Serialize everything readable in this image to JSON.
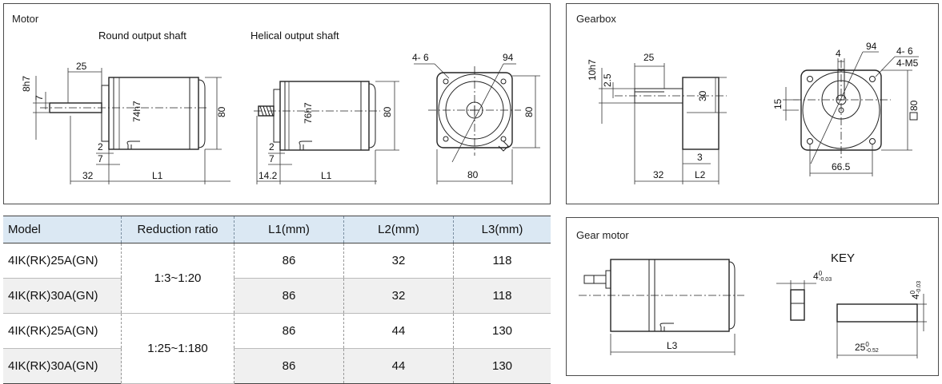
{
  "motor_panel": {
    "title": "Motor",
    "round_shaft_label": "Round output shaft",
    "helical_shaft_label": "Helical output shaft",
    "dims": {
      "shaft_dia": "8h7",
      "shaft_len": "25",
      "key_7": "7",
      "body_dia_round": "74h7",
      "height": "80",
      "gap_2": "2",
      "gap_7": "7",
      "len_32": "32",
      "L1": "L1",
      "body_dia_helical": "76h7",
      "len_14_2": "14.2",
      "holes": "4-  6",
      "side_94": "94",
      "width_80": "80"
    }
  },
  "gearbox_panel": {
    "title": "Gearbox",
    "dims": {
      "shaft_dia": "10h7",
      "shaft_2_5": "2.5",
      "shaft_len": "25",
      "dim_30": "30",
      "dim_3": "3",
      "len_32": "32",
      "L2": "L2",
      "dim_4": "4",
      "dim_94": "94",
      "holes": "4-  6",
      "screws": "4-M5",
      "dim_15": "15",
      "square_80": "80",
      "dim_66_5": "66.5"
    }
  },
  "gear_motor_panel": {
    "title": "Gear motor",
    "L3": "L3",
    "key_title": "KEY",
    "key_width": "4",
    "key_width_tol": "0",
    "key_width_tol_low": "-0.03",
    "key_height": "4",
    "key_height_tol": "0",
    "key_height_tol_low": "-0.03",
    "key_length": "25",
    "key_length_tol": "0",
    "key_length_tol_low": "-0.52"
  },
  "spec_table": {
    "headers": [
      "Model",
      "Reduction ratio",
      "L1(mm)",
      "L2(mm)",
      "L3(mm)"
    ],
    "groups": [
      {
        "ratio": "1:3~1:20",
        "rows": [
          {
            "model": "4IK(RK)25A(GN)",
            "l1": "86",
            "l2": "32",
            "l3": "118"
          },
          {
            "model": "4IK(RK)30A(GN)",
            "l1": "86",
            "l2": "32",
            "l3": "118"
          }
        ]
      },
      {
        "ratio": "1:25~1:180",
        "rows": [
          {
            "model": "4IK(RK)25A(GN)",
            "l1": "86",
            "l2": "44",
            "l3": "130"
          },
          {
            "model": "4IK(RK)30A(GN)",
            "l1": "86",
            "l2": "44",
            "l3": "130"
          }
        ]
      }
    ]
  }
}
